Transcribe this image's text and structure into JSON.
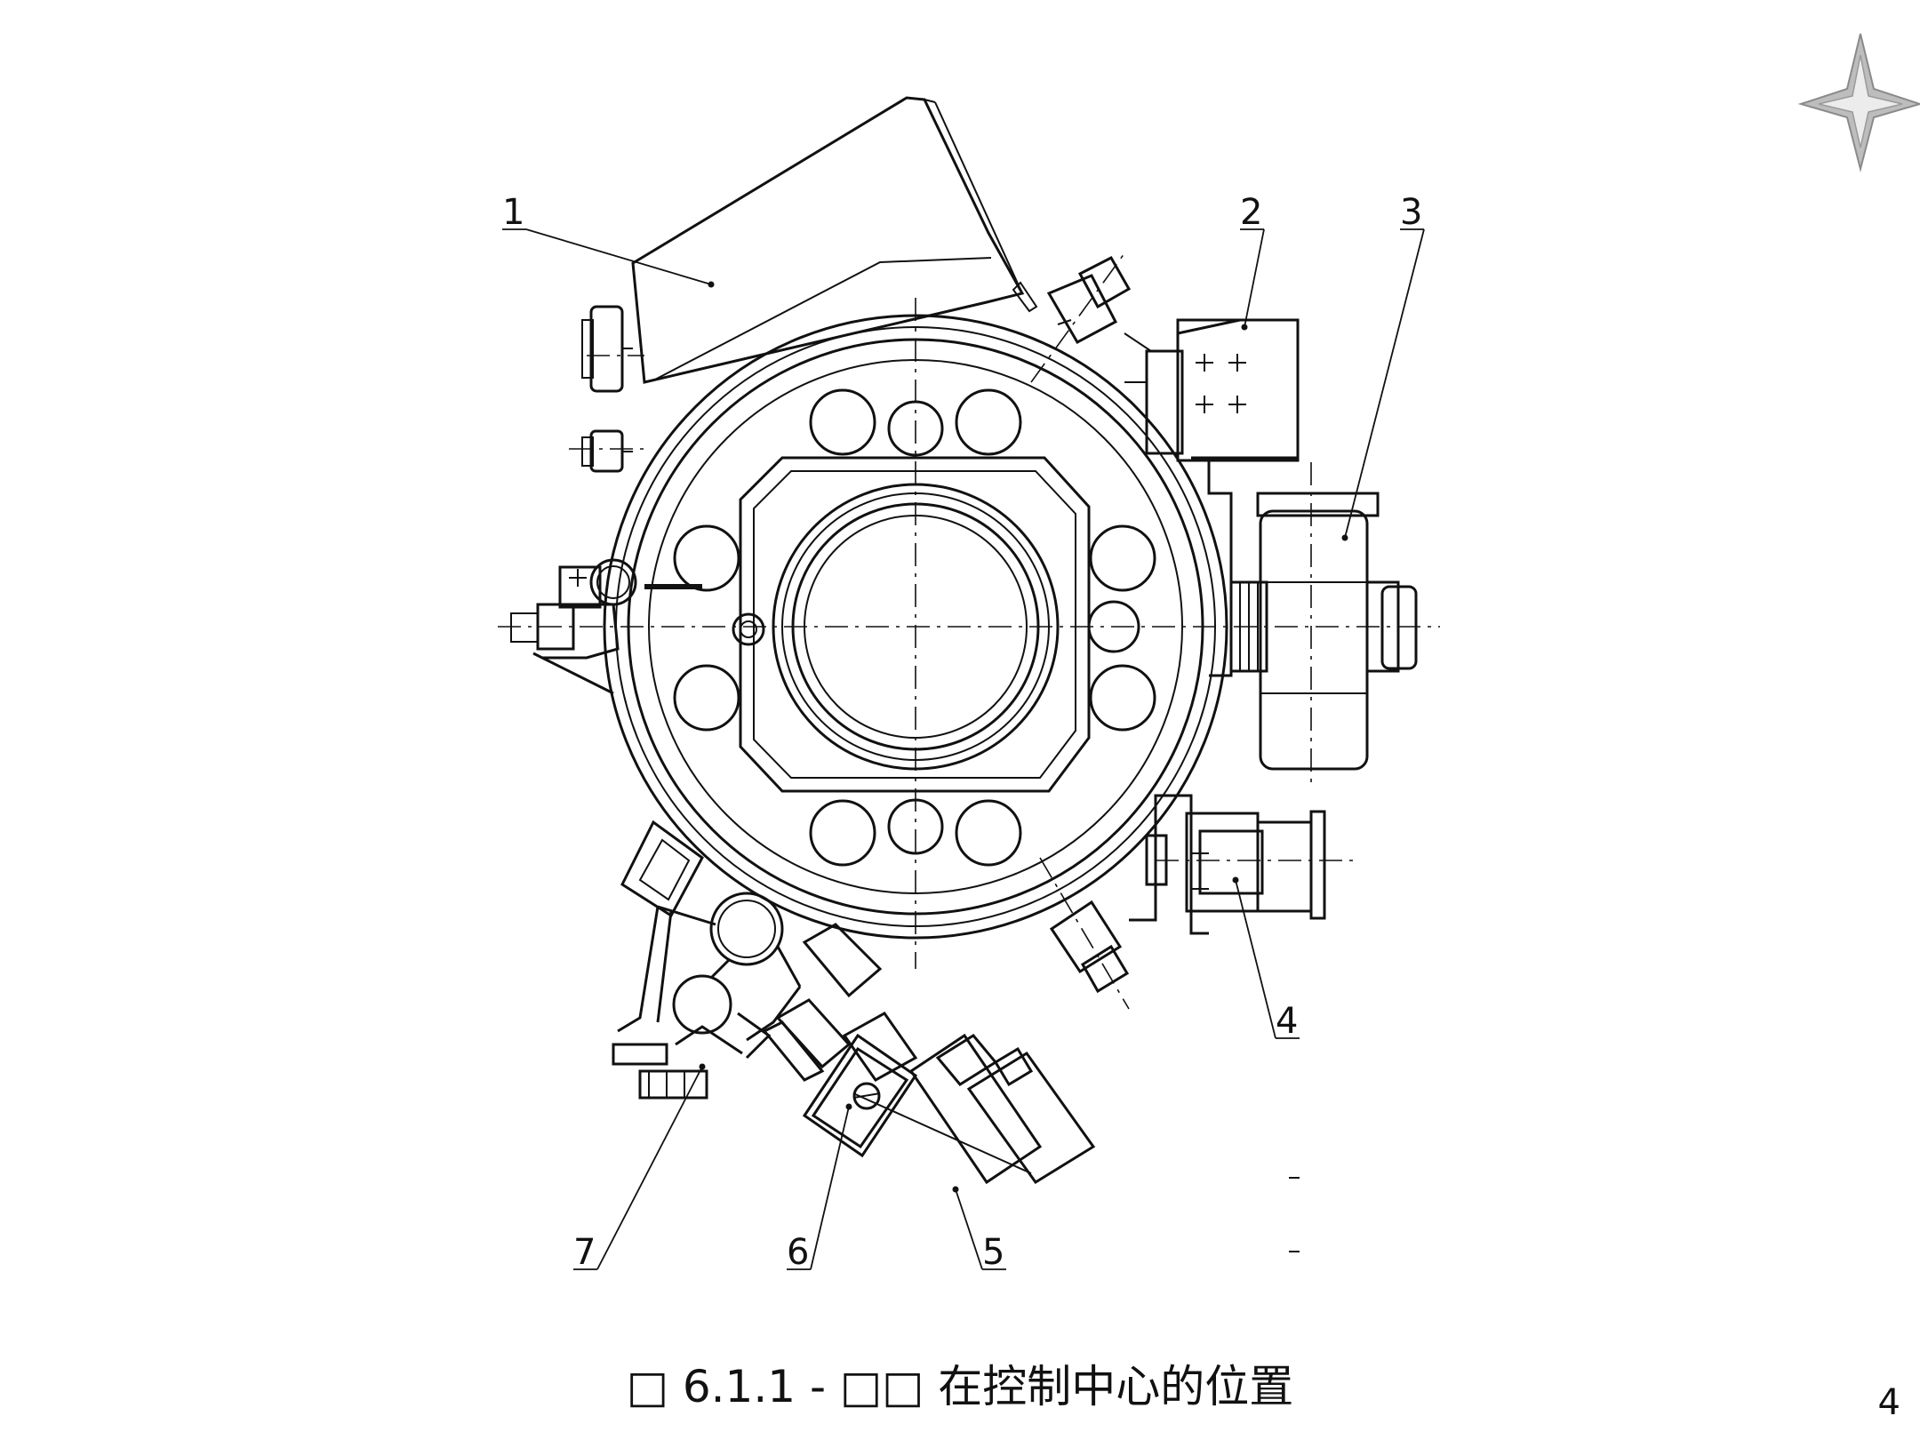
{
  "figure": {
    "callouts": [
      "1",
      "2",
      "3",
      "4",
      "5",
      "6",
      "7"
    ],
    "caption": "□ 6.1.1 - □□ 在控制中心的位置"
  },
  "page": {
    "number": "4"
  },
  "logo": {
    "icon": "four-point-star-icon",
    "color": "#9a9a9a"
  }
}
